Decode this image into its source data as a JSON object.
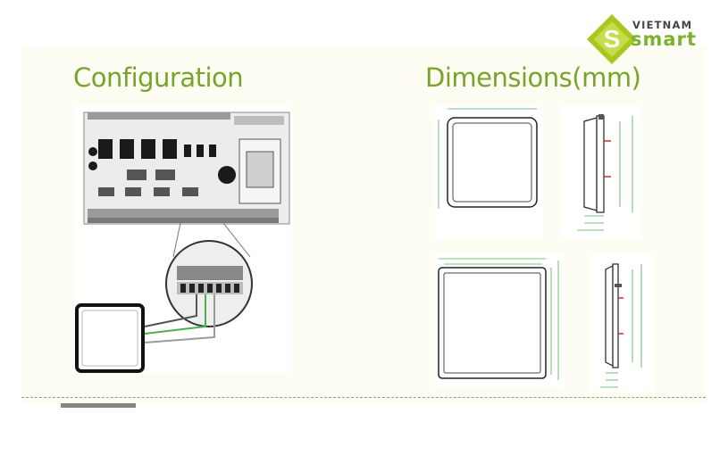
{
  "logo": {
    "brand_top": "VIETNAM",
    "brand_word": "smart",
    "mark_letter": "S"
  },
  "configuration": {
    "title": "Configuration",
    "wire_labels": [
      "",
      "",
      ""
    ]
  },
  "dimensions": {
    "title": "Dimensions(mm)",
    "front_large": {
      "width_label": "",
      "height_label": ""
    },
    "side_large": {
      "height_label_outer": "",
      "height_label_inner": "",
      "depth_labels": [
        "",
        "",
        ""
      ]
    },
    "front_small": {
      "width_outer": "",
      "width_inner": "",
      "height_outer": "",
      "height_inner": ""
    },
    "side_small": {
      "height_outer": "",
      "height_inner": "",
      "depth_labels": [
        "",
        "",
        ""
      ]
    }
  },
  "colors": {
    "accent": "#77a52a",
    "brand_green": "#7bb32e",
    "dimension_line": "#4caf50",
    "background": "#fdfdf3"
  }
}
